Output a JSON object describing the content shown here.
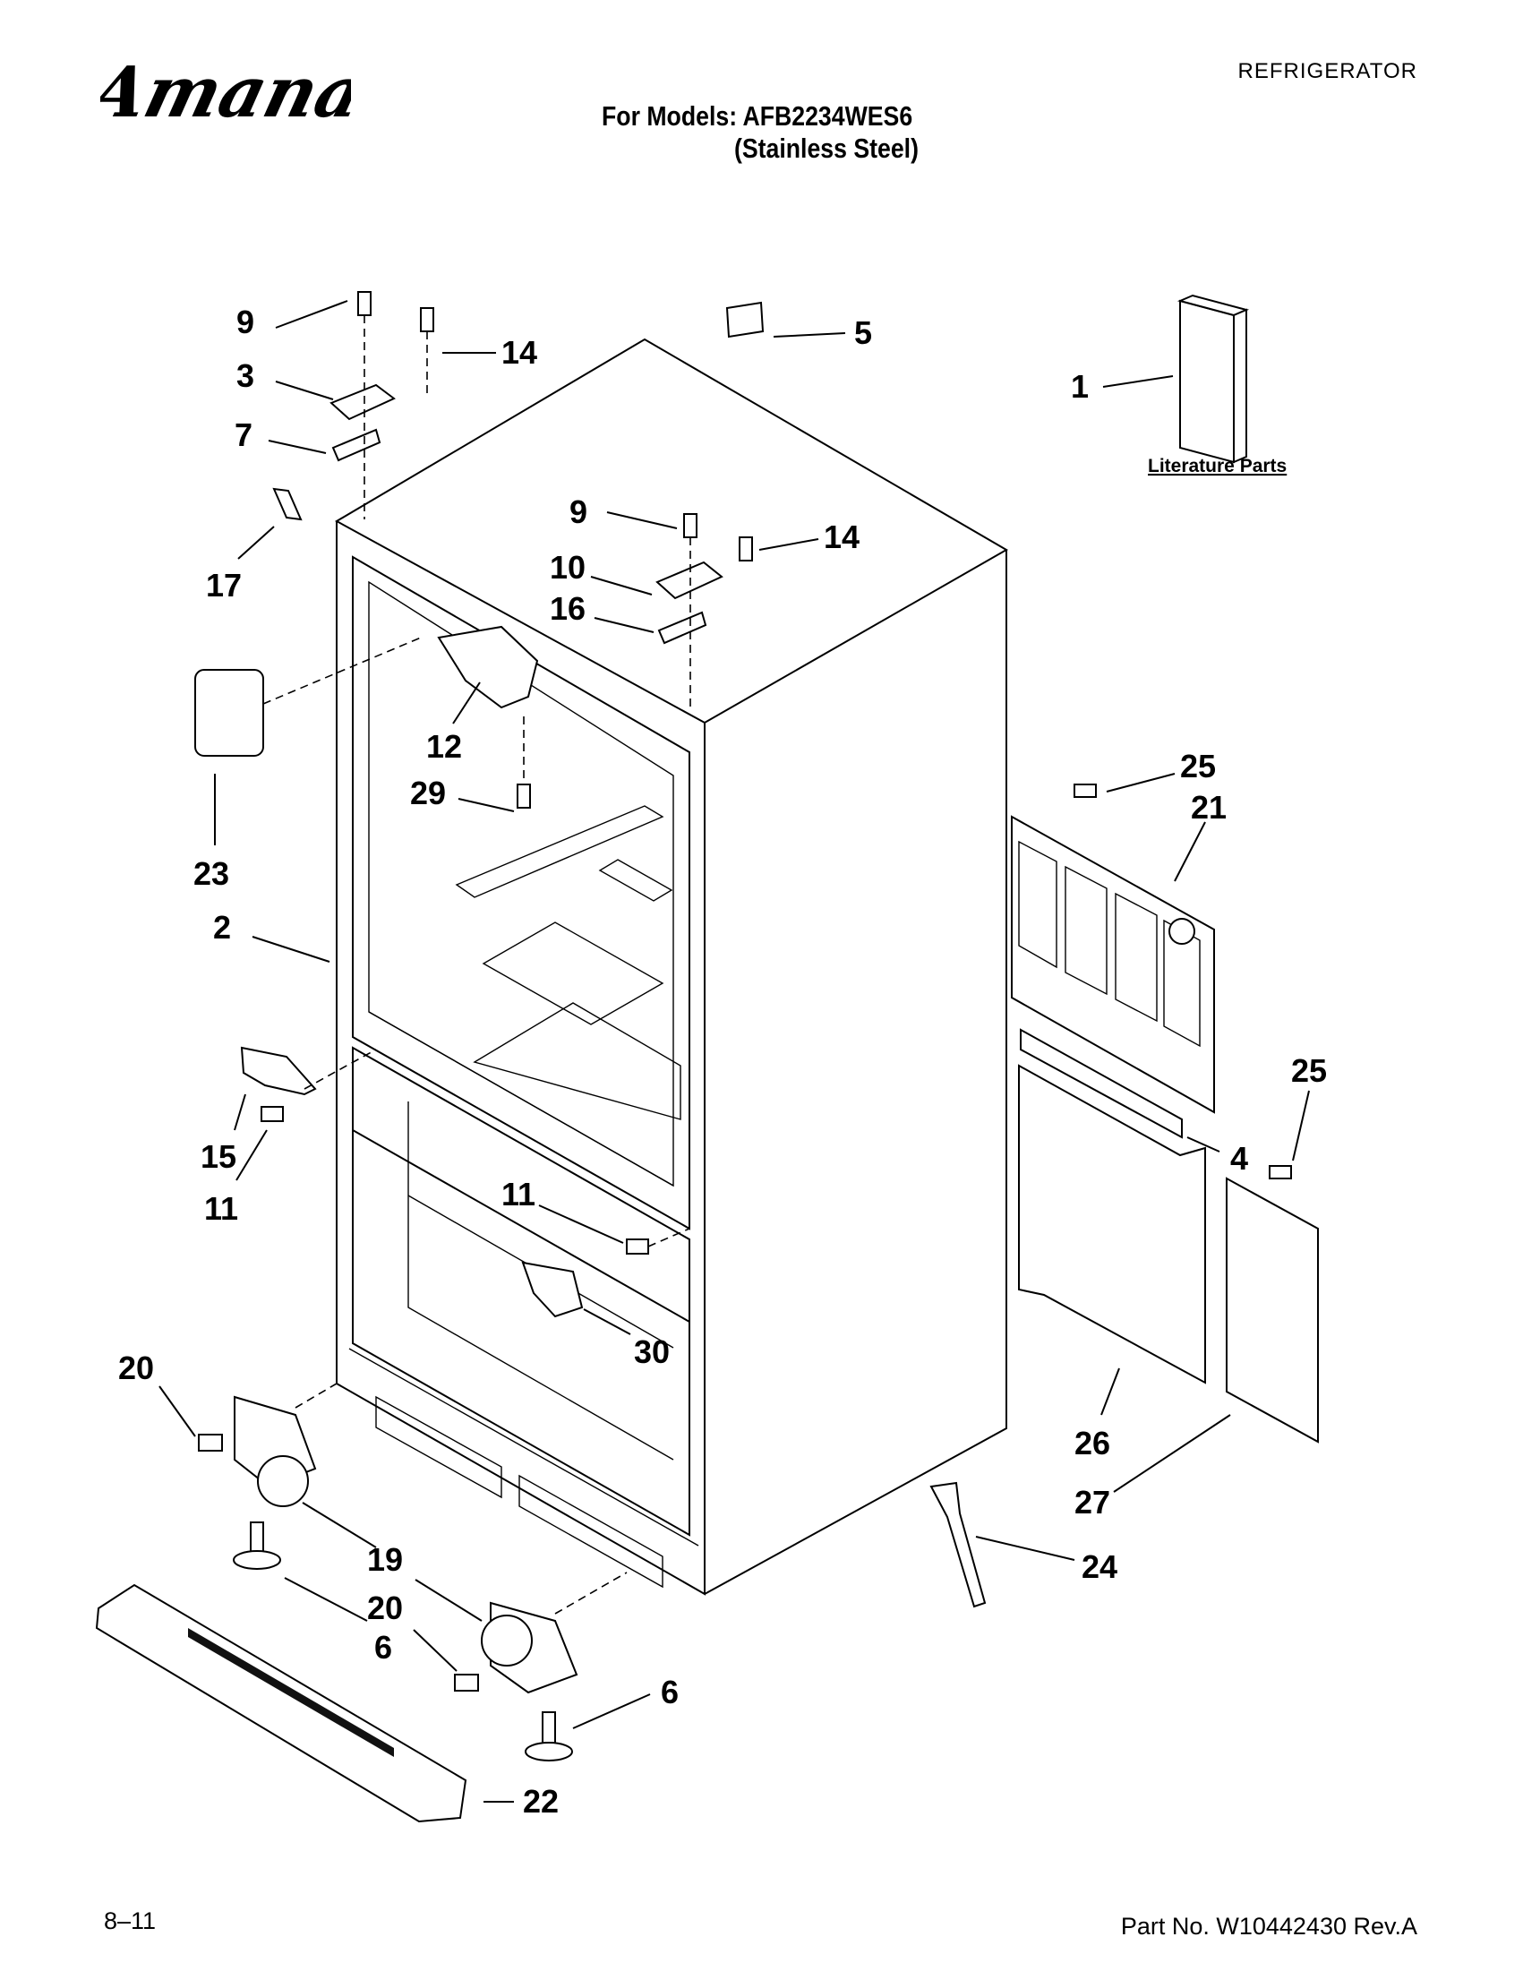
{
  "header": {
    "brand": "Amana",
    "category": "REFRIGERATOR",
    "models_line": "For Models: AFB2234WES6",
    "finish": "(Stainless Steel)"
  },
  "literature": {
    "label": "Literature Parts"
  },
  "callouts": [
    "9",
    "14",
    "3",
    "7",
    "17",
    "5",
    "1",
    "9",
    "14",
    "10",
    "16",
    "12",
    "29",
    "23",
    "2",
    "25",
    "21",
    "15",
    "11",
    "11",
    "4",
    "25",
    "30",
    "20",
    "26",
    "27",
    "19",
    "20",
    "6",
    "24",
    "6",
    "22"
  ],
  "footer": {
    "date": "8–11",
    "part_number": "Part No. W10442430 Rev.A"
  }
}
